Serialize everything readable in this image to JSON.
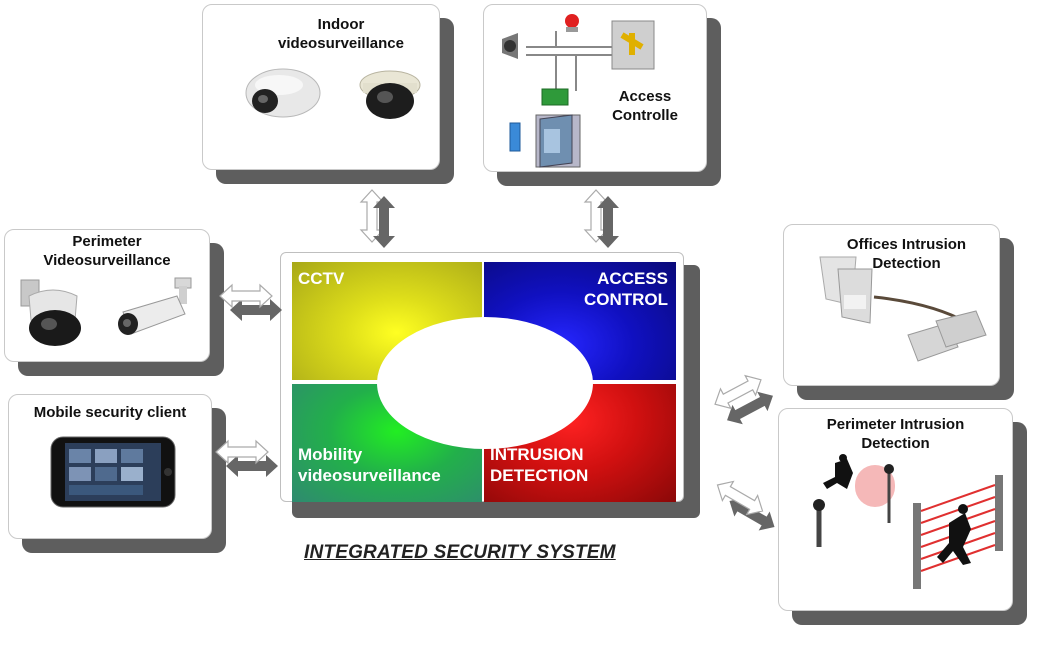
{
  "cards": {
    "indoor": {
      "title": "Indoor\nvideosurveillance"
    },
    "access": {
      "title": "Access\nControlle"
    },
    "perimeter_video": {
      "title": "Perimeter\nVideosurveillance"
    },
    "mobile": {
      "title": "Mobile security client"
    },
    "offices_intrusion": {
      "title": "Offices Intrusion\nDetection"
    },
    "perimeter_intrusion": {
      "title": "Perimeter Intrusion\nDetection"
    }
  },
  "center": {
    "cctv": "CCTV",
    "access_control": "ACCESS\nCONTROL",
    "mobility": "Mobility\nvideosurveillance",
    "intrusion": "INTRUSION\nDETECTION"
  },
  "caption": "INTEGRATED SECURITY SYSTEM",
  "colors": {
    "cctv": "#dede1a",
    "access_control": "#1010c0",
    "mobility": "#22b04a",
    "intrusion": "#d01010",
    "shadow": "#5e5e5e"
  },
  "icons": [
    "dome-camera-icon",
    "bullet-camera-icon",
    "access-door-icon",
    "smartphone-icon",
    "pir-sensor-icon",
    "magnetic-contact-icon",
    "intruder-icon",
    "beam-barrier-icon"
  ]
}
